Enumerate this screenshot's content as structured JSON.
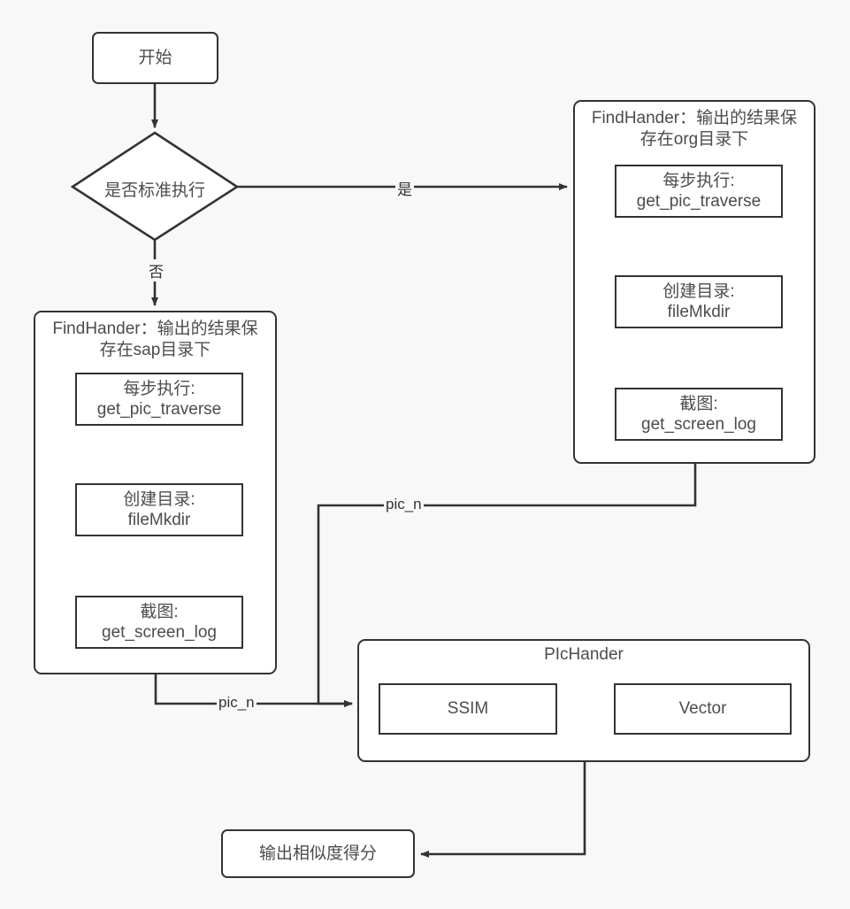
{
  "diagram": {
    "title": "Screenshot comparison flowchart",
    "background_color": "#f8f8f8",
    "stroke_color": "#333333",
    "node_fill": "#ffffff",
    "text_color": "#4c4c4c"
  },
  "nodes": {
    "start": {
      "label": "开始"
    },
    "decision": {
      "label": "是否标准执行"
    },
    "org_container": {
      "title": "FindHander：输出的结果保\n存在org目录下"
    },
    "org_step1": {
      "label": "每步执行:\nget_pic_traverse"
    },
    "org_step2": {
      "label": "创建目录:\nfileMkdir"
    },
    "org_step3": {
      "label": "截图:\nget_screen_log"
    },
    "sap_container": {
      "title": "FindHander：输出的结果保\n存在sap目录下"
    },
    "sap_step1": {
      "label": "每步执行:\nget_pic_traverse"
    },
    "sap_step2": {
      "label": "创建目录:\nfileMkdir"
    },
    "sap_step3": {
      "label": "截图:\nget_screen_log"
    },
    "pic_container": {
      "title": "PIcHander"
    },
    "pic_ssim": {
      "label": "SSIM"
    },
    "pic_vector": {
      "label": "Vector"
    },
    "output": {
      "label": "输出相似度得分"
    }
  },
  "edges": [
    {
      "id": "start-to-decision",
      "label": ""
    },
    {
      "id": "decision-to-org",
      "label": "是"
    },
    {
      "id": "decision-to-sap",
      "label": "否"
    },
    {
      "id": "org-step1-to-step2",
      "label": ""
    },
    {
      "id": "org-step2-to-step3",
      "label": ""
    },
    {
      "id": "sap-step1-to-step2",
      "label": ""
    },
    {
      "id": "sap-step2-to-step3",
      "label": ""
    },
    {
      "id": "org-to-pic",
      "label": "pic_n"
    },
    {
      "id": "sap-to-pic",
      "label": "pic_n"
    },
    {
      "id": "pic-to-output",
      "label": ""
    }
  ],
  "edge_labels": {
    "yes": "是",
    "no": "否",
    "pic_n_upper": "pic_n",
    "pic_n_lower": "pic_n"
  }
}
